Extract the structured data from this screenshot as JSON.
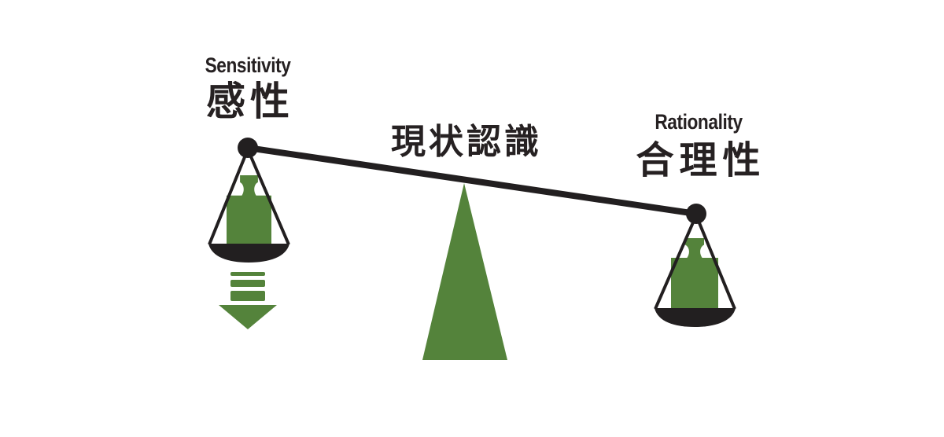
{
  "colors": {
    "bg": "#FFFFFF",
    "green": "#54833B",
    "ink": "#221F20",
    "text": "#262122"
  },
  "labels": {
    "left": {
      "en": "Sensitivity",
      "ja": "感性"
    },
    "center": {
      "ja": "現状認識"
    },
    "right": {
      "en": "Rationality",
      "ja": "合理性"
    }
  },
  "icons": {
    "beam": "balance-beam",
    "left_pan": "scale-pan-with-weight-icon",
    "right_pan": "scale-pan-with-weight-icon",
    "fulcrum": "fulcrum-triangle-icon",
    "arrow": "down-arrow-icon"
  },
  "diagram_state": {
    "left_side": "up",
    "right_side": "down",
    "arrow_direction": "down-under-left-pan"
  }
}
